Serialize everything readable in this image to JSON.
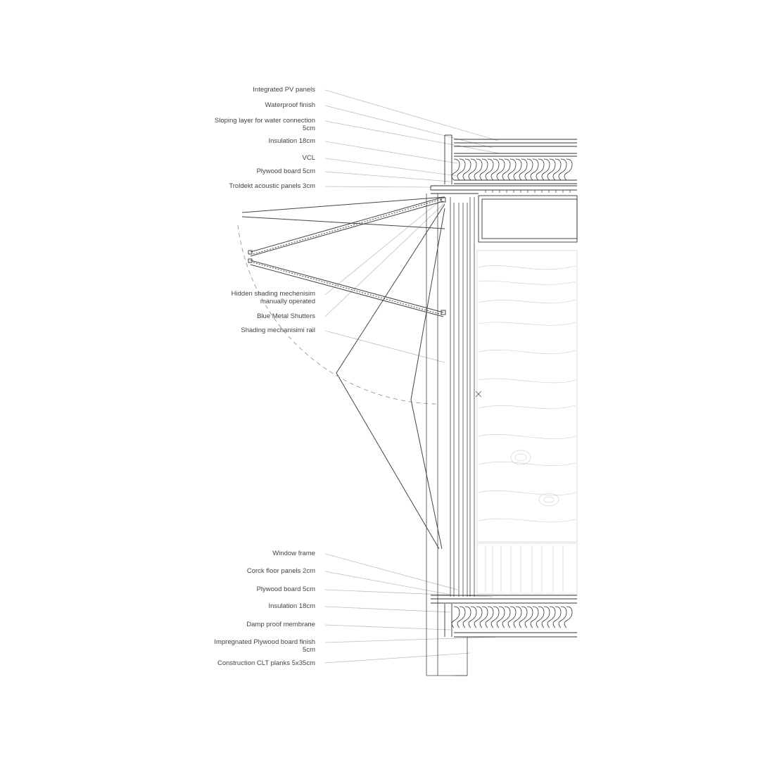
{
  "labels_top": [
    {
      "id": "pv",
      "line1": "Integrated PV panels",
      "line2": ""
    },
    {
      "id": "waterproof",
      "line1": "Waterproof finish",
      "line2": ""
    },
    {
      "id": "sloping",
      "line1": "Sloping  layer  for  water  connection",
      "line2": "5cm"
    },
    {
      "id": "insulation-roof",
      "line1": "Insulation  18cm",
      "line2": ""
    },
    {
      "id": "vcl",
      "line1": "VCL",
      "line2": ""
    },
    {
      "id": "plywood-roof",
      "line1": "Plywood board  5cm",
      "line2": ""
    },
    {
      "id": "troldekt",
      "line1": "Troldekt acoustic panels  3cm",
      "line2": ""
    }
  ],
  "labels_middle": [
    {
      "id": "hidden-shading",
      "line1": "Hidden   shading   mechenisim",
      "line2": "manually operated"
    },
    {
      "id": "blue-shutters",
      "line1": "Blue Metal Shutters",
      "line2": ""
    },
    {
      "id": "shading-rail",
      "line1": "Shading mechanisimi rail",
      "line2": ""
    }
  ],
  "labels_bottom": [
    {
      "id": "window-frame",
      "line1": "Window frame",
      "line2": ""
    },
    {
      "id": "cork",
      "line1": "Corck floor panels  2cm",
      "line2": ""
    },
    {
      "id": "plywood-floor",
      "line1": "Plywood board  5cm",
      "line2": ""
    },
    {
      "id": "insulation-floor",
      "line1": "Insulation 18cm",
      "line2": ""
    },
    {
      "id": "damp",
      "line1": "Damp proof membrane",
      "line2": ""
    },
    {
      "id": "impregnated",
      "line1": "Impregnated   Plywood   board   finish",
      "line2": "5cm"
    },
    {
      "id": "clt",
      "line1": "Construction CLT planks  5x35cm",
      "line2": ""
    }
  ]
}
